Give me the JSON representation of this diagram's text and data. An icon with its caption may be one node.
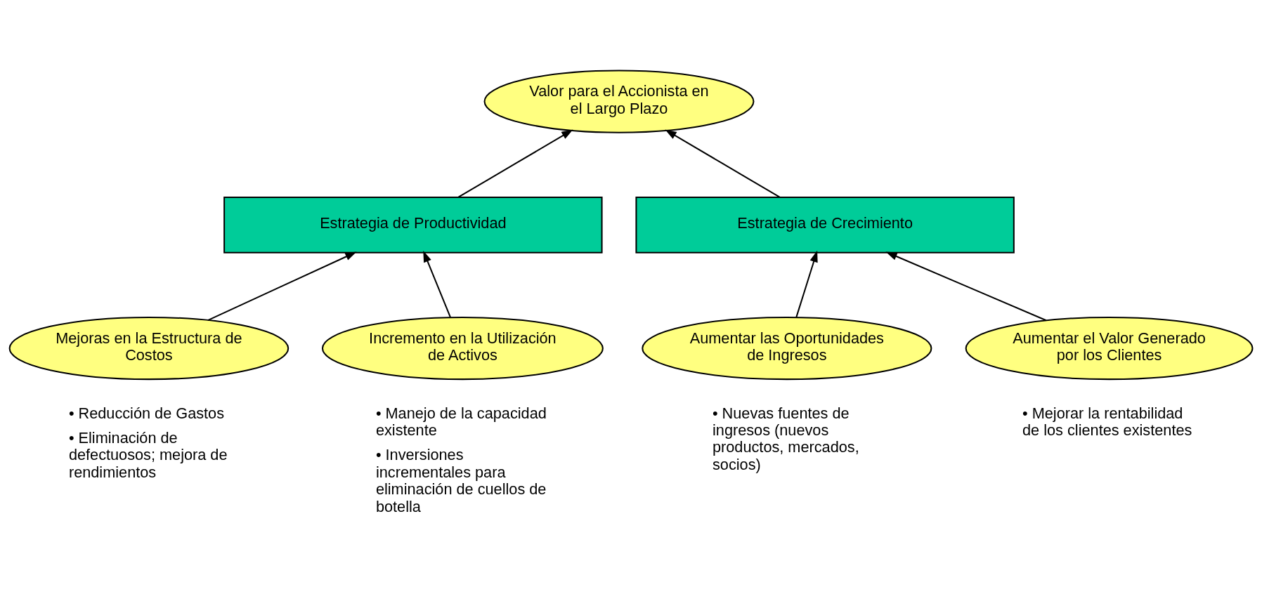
{
  "diagram": {
    "nodes": [
      {
        "text": [
          "Valor para el Accionista en el Largo Plazo"
        ]
      },
      {
        "text": [
          "Estrategia de Productividad"
        ]
      },
      {
        "text": [
          "Estrategia de Crecimiento"
        ]
      },
      {
        "text": [
          "Mejoras en la Estructura de Costos"
        ],
        "beside": [
          "• Reducción de Gastos",
          "• Eliminación de defectuosos; mejora de rendimientos"
        ]
      },
      {
        "text": [
          "Incremento en la Utilización de Activos"
        ],
        "beside": [
          "• Manejo de la capacidad existente",
          "• Inversiones incrementales para eliminación de cuellos de botella"
        ]
      },
      {
        "text": [
          "Aumentar las Oportunidades de Ingresos"
        ],
        "beside": [
          "• Nuevas fuentes de ingresos (nuevos productos, mercados, socios)"
        ]
      },
      {
        "text": [
          "Aumentar el Valor Generado por los Clientes"
        ],
        "beside": [
          "• Mejorar la rentabilidad de los clientes existentes"
        ]
      }
    ],
    "edges": [
      {
        "from": 1,
        "to": 0,
        "arrow": "to"
      },
      {
        "from": 2,
        "to": 0,
        "arrow": "to"
      },
      {
        "from": 3,
        "to": 1,
        "arrow": "to"
      },
      {
        "from": 4,
        "to": 1,
        "arrow": "to"
      },
      {
        "from": 5,
        "to": 2,
        "arrow": "to"
      },
      {
        "from": 6,
        "to": 2,
        "arrow": "to"
      }
    ]
  }
}
